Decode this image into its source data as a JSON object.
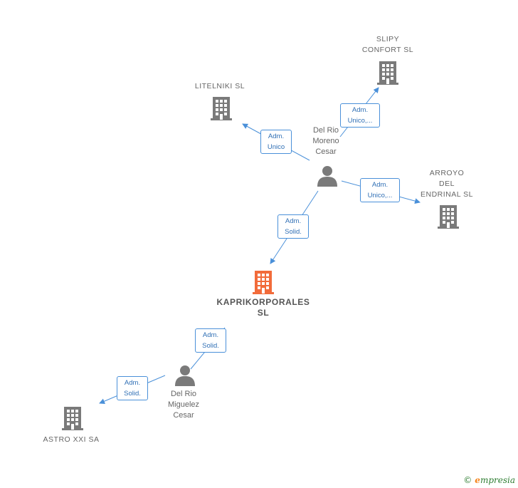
{
  "colors": {
    "edge": "#4a90d9",
    "icon_gray": "#7a7a7a",
    "icon_highlight": "#f26b3a"
  },
  "nodes": {
    "slipy": {
      "name": "SLIPY\nCONFORT SL",
      "icon": "building-icon"
    },
    "litelniki": {
      "name": "LITELNIKI SL",
      "icon": "building-icon"
    },
    "delrio_moreno": {
      "name": "Del Rio\nMoreno\nCesar",
      "icon": "person-icon"
    },
    "arroyo": {
      "name": "ARROYO\nDEL\nENDRINAL SL",
      "icon": "building-icon"
    },
    "kaprikorporales": {
      "name": "KAPRIKORPORALES\nSL",
      "icon": "building-icon"
    },
    "delrio_miguelez": {
      "name": "Del Rio\nMiguelez\nCesar",
      "icon": "person-icon"
    },
    "astro": {
      "name": "ASTRO XXI SA",
      "icon": "building-icon"
    }
  },
  "relations": {
    "to_litelniki": "Adm.\nUnico",
    "to_slipy": "Adm.\nUnico,...",
    "to_arroyo": "Adm.\nUnico,...",
    "to_kapri": "Adm.\nSolid.",
    "kapri_miguelez": "Adm.\nSolid.",
    "to_astro": "Adm.\nSolid."
  },
  "brand": {
    "copyright": "©",
    "initial": "e",
    "rest": "mpresia"
  }
}
